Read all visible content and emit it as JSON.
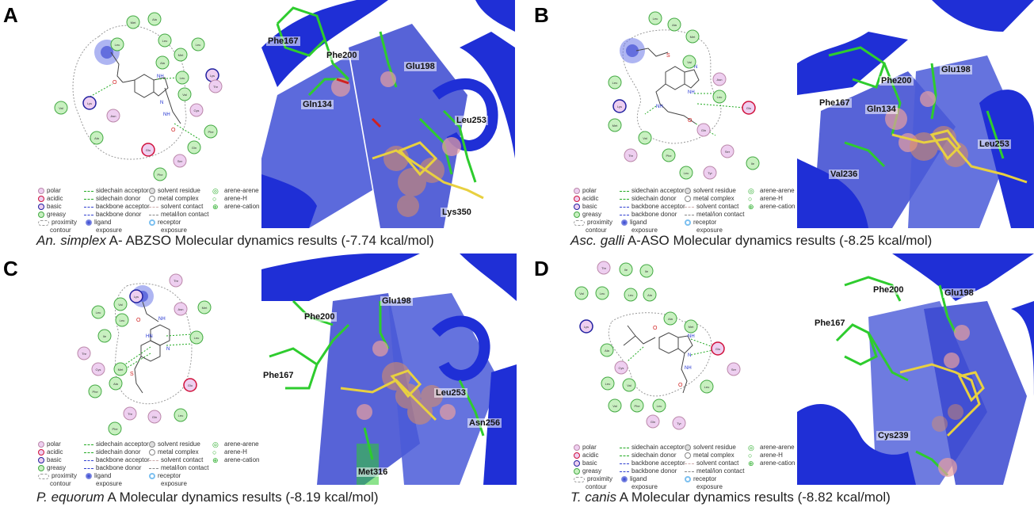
{
  "panels": [
    {
      "letter": "A",
      "caption_species": "An. simplex",
      "caption_rest": " A- ABZSO Molecular dynamics results (-7.74 kcal/mol)",
      "residues_3d": [
        "Phe167",
        "Phe200",
        "Glu198",
        "Gln134",
        "Leu253",
        "Lys350"
      ]
    },
    {
      "letter": "B",
      "caption_species": "Asc. galli",
      "caption_rest": " A-ASO Molecular dynamics results (-8.25 kcal/mol)",
      "residues_3d": [
        "Phe200",
        "Glu198",
        "Phe167",
        "Gln134",
        "Leu253",
        "Val236"
      ]
    },
    {
      "letter": "C",
      "caption_species": "P. equorum",
      "caption_rest": " A Molecular dynamics results (-8.19 kcal/mol)",
      "residues_3d": [
        "Glu198",
        "Phe200",
        "Phe167",
        "Leu253",
        "Asn256",
        "Met316"
      ]
    },
    {
      "letter": "D",
      "caption_species": "T. canis",
      "caption_rest": " A Molecular dynamics results (-8.82 kcal/mol)",
      "residues_3d": [
        "Phe200",
        "Glu198",
        "Phe167",
        "Cys239"
      ]
    }
  ],
  "legend": {
    "col1": [
      "polar",
      "acidic",
      "basic",
      "greasy",
      "proximity",
      "contour"
    ],
    "col2": [
      "sidechain acceptor",
      "sidechain donor",
      "backbone acceptor",
      "backbone donor",
      "ligand",
      "exposure"
    ],
    "col3": [
      "solvent residue",
      "metal complex",
      "solvent contact",
      "metal/ion contact",
      "receptor",
      "exposure"
    ],
    "col4": [
      "arene-arene",
      "arene-H",
      "arene-cation"
    ]
  },
  "colors": {
    "helix": "#1f2fd6",
    "carbon": "#2ecc2e",
    "ligand": "#e8d040",
    "oxygen": "#e02020",
    "nitrogen": "#2030e0",
    "greasy_fill": "#c8f0c0",
    "polar_fill": "#eecff0",
    "acidic_ring": "#d0103a",
    "basic_ring": "#2020a0"
  }
}
